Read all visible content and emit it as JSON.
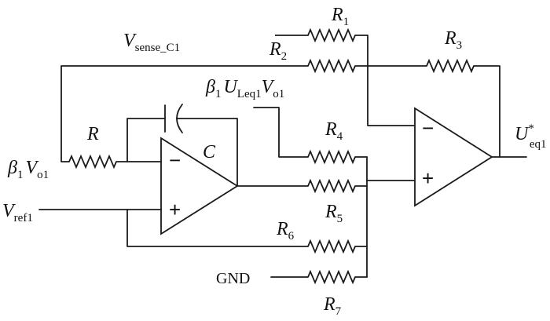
{
  "labels": {
    "r1": {
      "main": "R",
      "sub": "1"
    },
    "r2": {
      "main": "R",
      "sub": "2"
    },
    "r3": {
      "main": "R",
      "sub": "3"
    },
    "r4": {
      "main": "R",
      "sub": "4"
    },
    "r5": {
      "main": "R",
      "sub": "5"
    },
    "r6": {
      "main": "R",
      "sub": "6"
    },
    "r7": {
      "main": "R",
      "sub": "7"
    },
    "r": {
      "main": "R"
    },
    "c": {
      "main": "C"
    },
    "v_sense": {
      "main": "V",
      "sub": "sense_C1"
    },
    "beta_u_v": {
      "beta": "β",
      "beta_sub": "1",
      "u": "U",
      "u_sub": "Leq1",
      "v": "V",
      "v_sub": "o1"
    },
    "beta_v": {
      "beta": "β",
      "beta_sub": "1",
      "v": "V",
      "v_sub": "o1"
    },
    "v_ref": {
      "main": "V",
      "sub": "ref1"
    },
    "gnd": "GND",
    "u_out": {
      "main": "U",
      "sup": "*",
      "sub": "eq1"
    },
    "minus": "−",
    "plus": "+"
  }
}
